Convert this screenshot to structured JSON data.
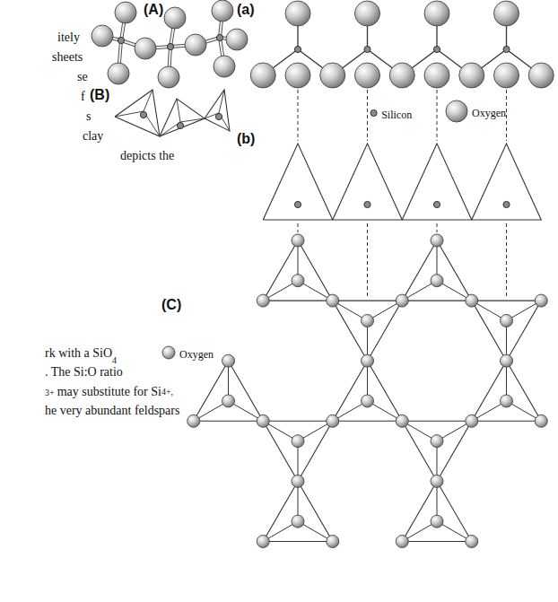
{
  "diagram": {
    "labels": [
      "itely",
      "sheets",
      "se",
      "f",
      "s",
      "clay",
      "depicts the",
      "(A)",
      "(B)",
      "(a)",
      "(b)",
      "(C)",
      "rk with a SiO",
      "4",
      ". The Si:O ratio",
      "3+",
      "may substitute for Si",
      "4+,",
      "he very abundant feldspars"
    ],
    "legend": [
      {
        "text": "Silicon"
      },
      {
        "text": "Oxygen"
      },
      {
        "text": "Oxygen"
      }
    ]
  }
}
